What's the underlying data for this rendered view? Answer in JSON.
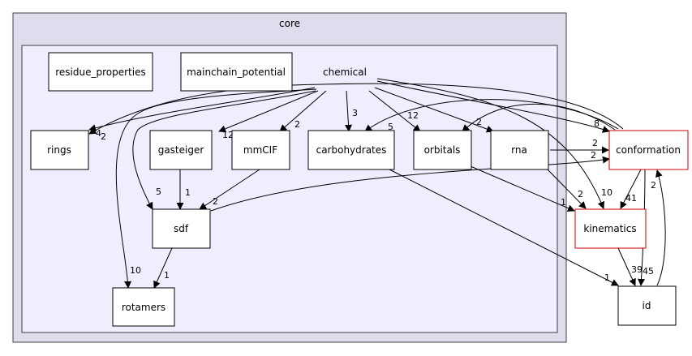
{
  "clusters": {
    "outer_label": "core",
    "inner_label": "chemical"
  },
  "nodes": {
    "residue_properties": "residue_properties",
    "mainchain_potential": "mainchain_potential",
    "rings": "rings",
    "gasteiger": "gasteiger",
    "mmCIF": "mmCIF",
    "carbohydrates": "carbohydrates",
    "orbitals": "orbitals",
    "rna": "rna",
    "conformation": "conformation",
    "kinematics": "kinematics",
    "sdf": "sdf",
    "rotamers": "rotamers",
    "id": "id"
  },
  "edges": {
    "chemical_rings": "2",
    "chemical_gasteiger": "12",
    "chemical_mmCIF": "2",
    "chemical_carbohydrates": "3",
    "chemical_orbitals": "12",
    "chemical_rna": "2",
    "chemical_conformation": "8",
    "chemical_kinematics": "10",
    "chemical_sdf": "5",
    "chemical_rotamers": "10",
    "conformation_rings": "4",
    "conformation_carbohydrates": "5",
    "conformation_orbitals": "2",
    "rna_conformation": "2",
    "rna_kinematics": "2",
    "sdf_conformation": "2",
    "orbitals_kinematics": "1",
    "conformation_kinematics": "41",
    "conformation_id": "45",
    "kinematics_id": "39",
    "id_conformation": "2",
    "carbohydrates_id": "1",
    "gasteiger_sdf": "1",
    "mmCIF_sdf": "2",
    "sdf_rotamers": "1"
  },
  "colors": {
    "outer_fill": "#dddded",
    "inner_fill": "#eeeeff",
    "cluster_border": "#404040",
    "external_border": "#cc0000",
    "node_border": "#000000",
    "edge": "#000000"
  }
}
